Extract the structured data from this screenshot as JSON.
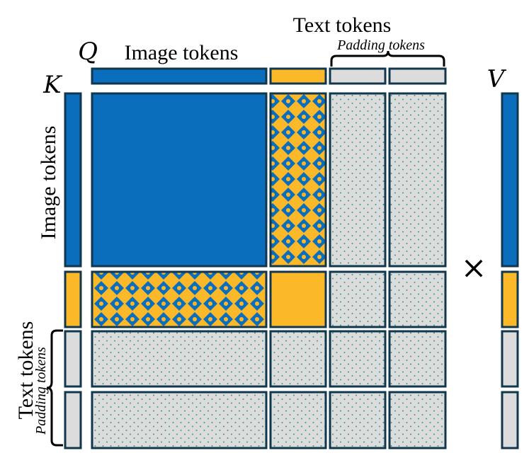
{
  "labels": {
    "q": "Q",
    "k": "K",
    "v": "V",
    "image_tokens_top": "Image tokens",
    "text_tokens_top": "Text tokens",
    "padding_tokens_top": "Padding tokens",
    "image_tokens_left": "Image tokens",
    "text_tokens_left": "Text tokens",
    "padding_tokens_left": "Padding tokens",
    "multiply": "×"
  },
  "colors": {
    "image": "#0A6EBD",
    "text": "#FBB829",
    "padding": "#DCDCDC",
    "dots": "#3A9A84",
    "border": "#11374D"
  }
}
